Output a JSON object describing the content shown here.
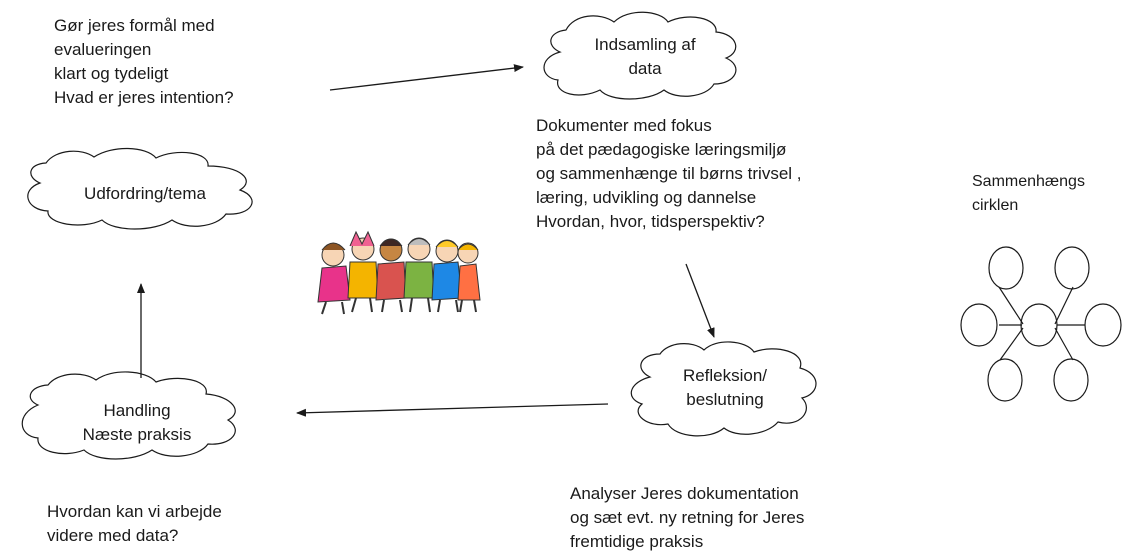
{
  "intro_text": {
    "lines": [
      "Gør jeres formål med",
      "evalueringen",
      "klart og tydeligt",
      "Hvad er jeres intention?"
    ]
  },
  "clouds": {
    "indsamling": {
      "lines": [
        "Indsamling af",
        "data"
      ]
    },
    "udfordring": {
      "lines": [
        "Udfordring/tema"
      ]
    },
    "refleksion": {
      "lines": [
        "Refleksion/",
        "beslutning"
      ]
    },
    "handling": {
      "lines": [
        "Handling",
        "Næste praksis"
      ]
    }
  },
  "dokumenter_text": {
    "lines": [
      "Dokumenter med fokus",
      "på det pædagogiske læringsmiljø",
      "og sammenhænge til børns trivsel ,",
      "læring, udvikling og dannelse",
      "Hvordan, hvor, tidsperspektiv?"
    ]
  },
  "sammenhaeng": {
    "lines": [
      "Sammenhængs",
      "cirklen"
    ]
  },
  "hvordan_text": {
    "lines": [
      "Hvordan kan vi arbejde",
      "videre med data?"
    ]
  },
  "analyser_text": {
    "lines": [
      "Analyser Jeres dokumentation",
      "og sæt evt. ny retning for Jeres",
      "fremtidige praksis"
    ]
  },
  "children_illustration": {
    "icon": "children-group-icon",
    "colors": [
      "#e8338a",
      "#f4b400",
      "#d9534f",
      "#7cb342",
      "#1e88e5",
      "#ff7043"
    ]
  }
}
